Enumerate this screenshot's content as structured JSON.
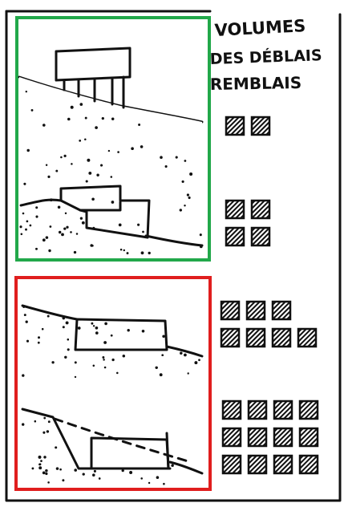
{
  "heading": {
    "line1": "VOLUMES",
    "line2": "DES DÉBLAIS",
    "line3": "REMBLAIS"
  },
  "colors": {
    "paper": "#ffffff",
    "ink": "#111111",
    "accept_frame": "#22a84a",
    "reject_frame": "#e01e1e"
  },
  "scenarios": [
    {
      "id": "pilotis",
      "volume_blocks": 2,
      "frame": "accept_frame"
    },
    {
      "id": "stepped",
      "volume_blocks": 4,
      "frame": "accept_frame"
    },
    {
      "id": "embedded",
      "volume_blocks": 7,
      "frame": "reject_frame"
    },
    {
      "id": "excavated",
      "volume_blocks": 12,
      "frame": "reject_frame"
    }
  ]
}
